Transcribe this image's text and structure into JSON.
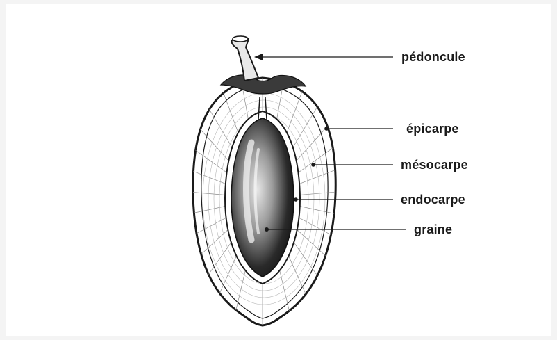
{
  "labels": {
    "pedoncule": "pédoncule",
    "epicarpe": "épicarpe",
    "mesocarpe": "mésocarpe",
    "endocarpe": "endocarpe",
    "graine": "graine"
  },
  "colors": {
    "ink": "#1a1a1a",
    "paper": "#ffffff",
    "seed_dark": "#151515",
    "seed_light": "#d8d8d8"
  }
}
